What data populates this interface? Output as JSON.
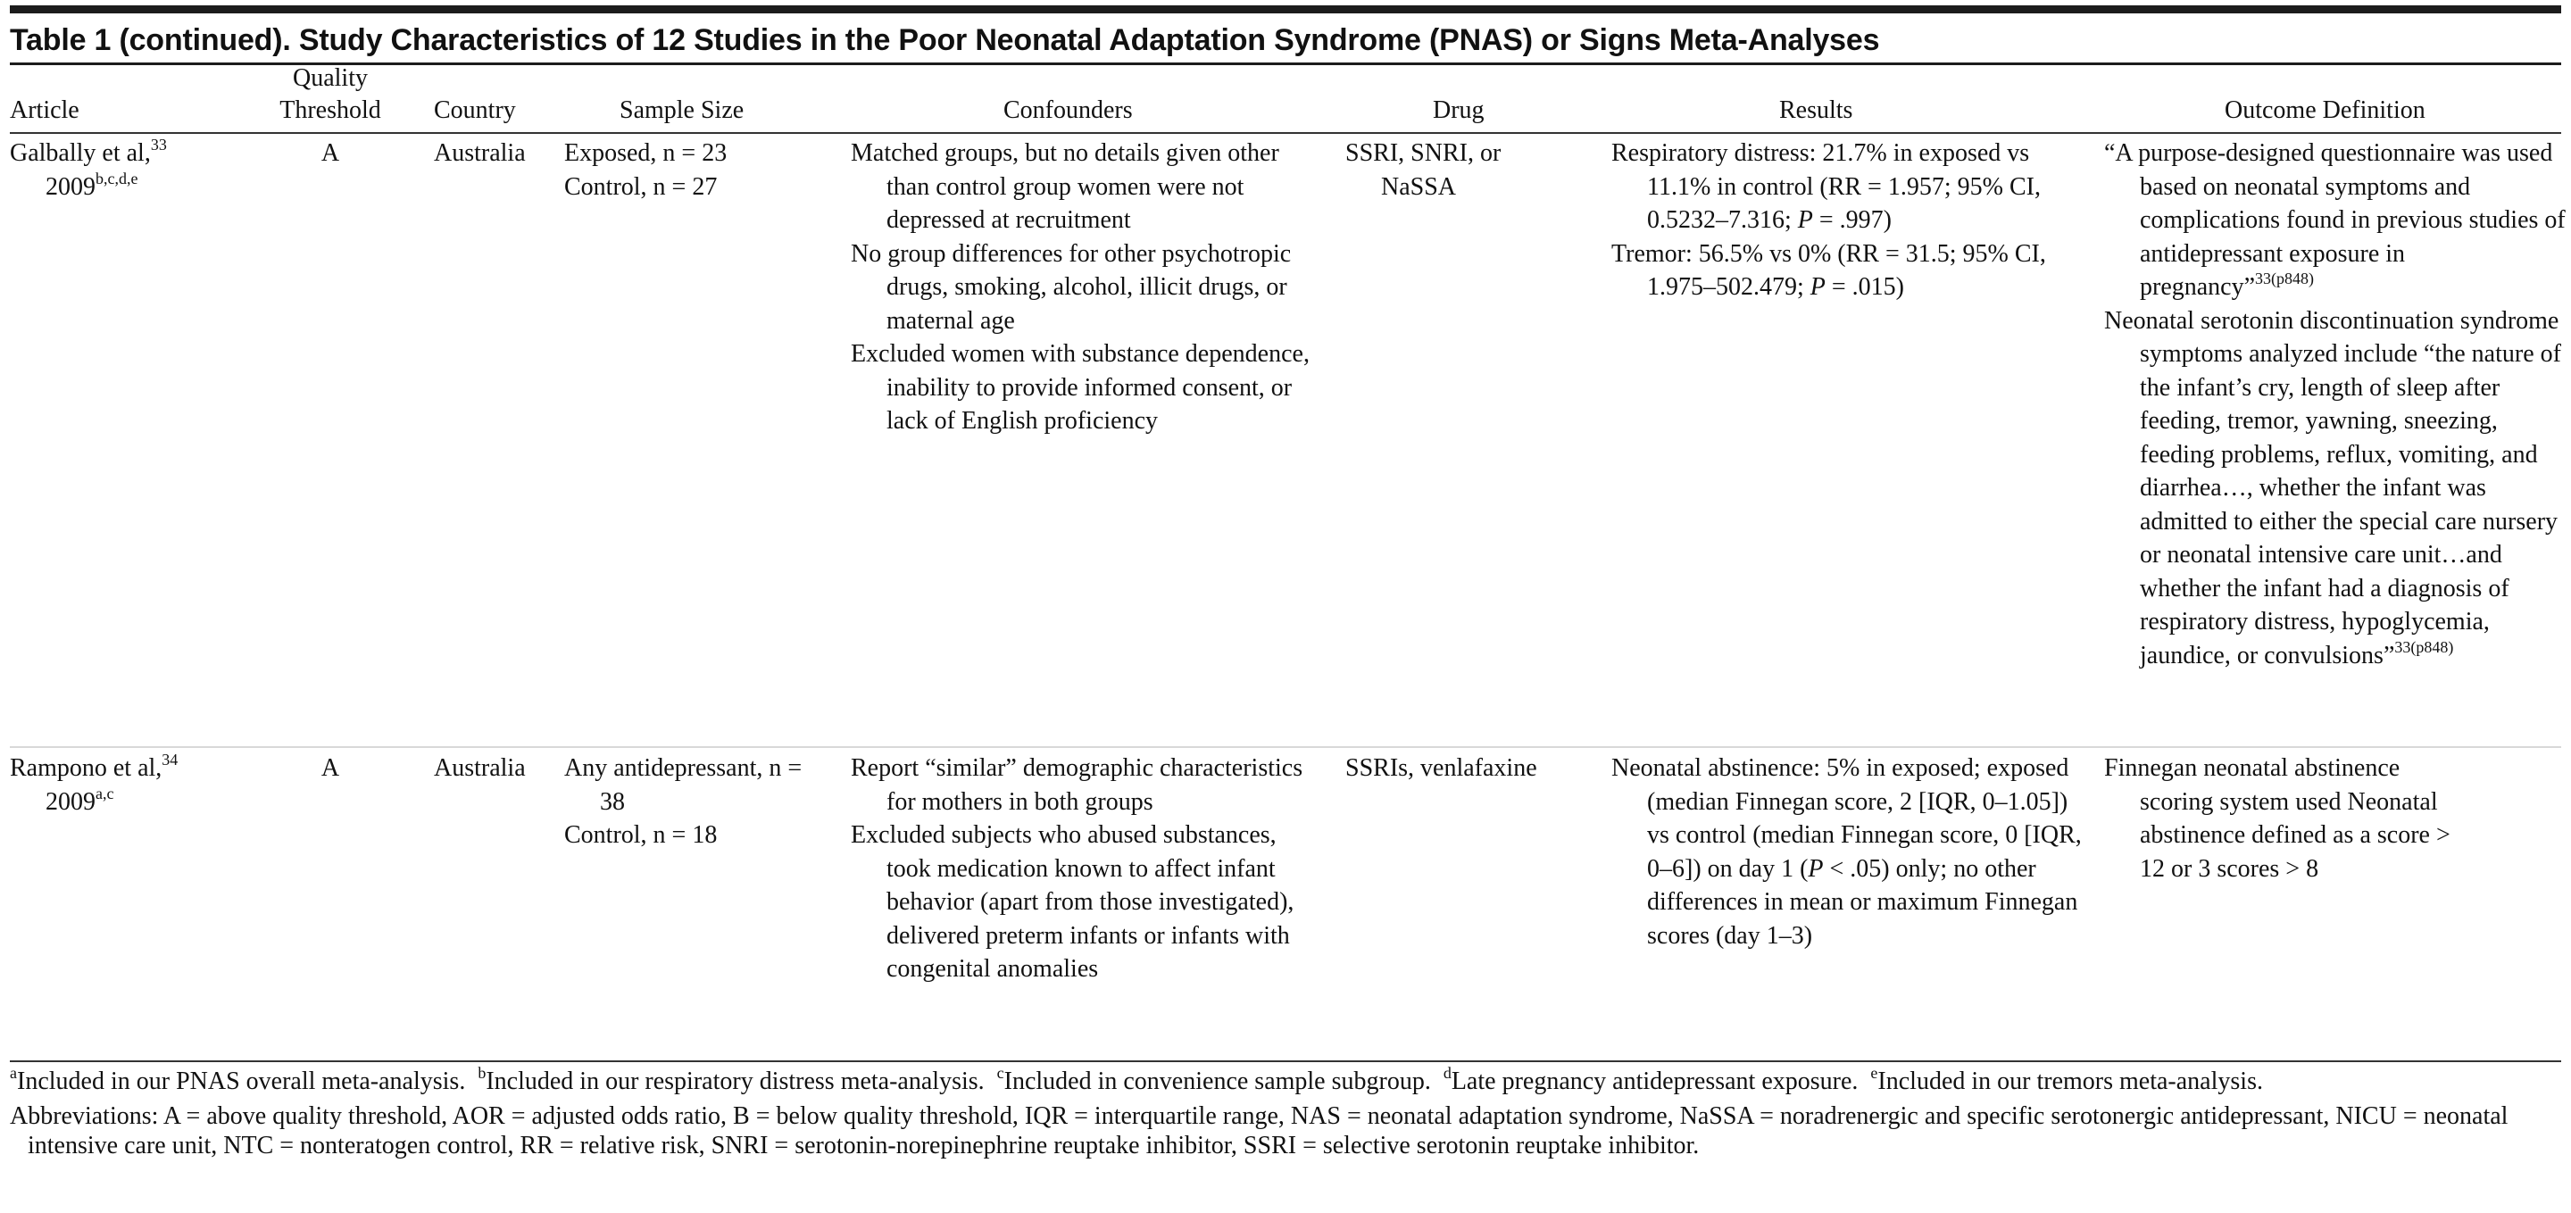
{
  "table": {
    "title": "Table 1 (continued). Study Characteristics of 12 Studies in the Poor Neonatal Adaptation Syndrome (PNAS) or Signs Meta-Analyses",
    "headers": {
      "article": "Article",
      "quality_line1": "Quality",
      "quality_line2": "Threshold",
      "country": "Country",
      "sample_size": "Sample Size",
      "confounders": "Confounders",
      "drug": "Drug",
      "results": "Results",
      "outcome_definition": "Outcome Definition"
    },
    "rows": [
      {
        "article_name": "Galbally et al,",
        "article_ref": "33",
        "article_year": "2009",
        "article_notes": "b,c,d,e",
        "quality": "A",
        "country": "Australia",
        "sample_size": [
          "Exposed, n = 23",
          "Control, n = 27"
        ],
        "confounders": [
          "Matched groups, but no details given other than control group women were not depressed at recruitment",
          "No group differences for other psychotropic drugs, smoking, alcohol, illicit drugs, or maternal age",
          "Excluded women with substance dependence, inability to provide informed consent, or lack of English proficiency"
        ],
        "drug": "SSRI, SNRI, or NaSSA",
        "results": {
          "r1_text": "Respiratory distress: 21.7% in exposed vs 11.1% in control (RR = 1.957; 95% CI, 0.5232–7.316; ",
          "r1_p": "P",
          "r1_tail": " = .997)",
          "r2_text": "Tremor: 56.5% vs 0% (RR = 31.5; 95% CI, 1.975–502.479; ",
          "r2_p": "P",
          "r2_tail": " = .015)"
        },
        "outcome": {
          "o1_text": "“A purpose-designed questionnaire was used based on neonatal symptoms and complications found in previous studies of antidepressant exposure in pregnancy”",
          "o1_sup": "33(p848)",
          "o2_text": "Neonatal serotonin discontinuation syndrome symptoms analyzed include “the nature of the infant’s cry, length of sleep after feeding, tremor, yawning, sneezing, feeding problems, reflux, vomiting, and diarrhea…, whether the infant was admitted to either the special care nursery or neonatal intensive care unit…and whether the infant had a diagnosis of respiratory distress, hypoglycemia, jaundice, or convulsions”",
          "o2_sup": "33(p848)"
        }
      },
      {
        "article_name": "Rampono et al,",
        "article_ref": "34",
        "article_year": "2009",
        "article_notes": "a,c",
        "quality": "A",
        "country": "Australia",
        "sample_size": [
          "Any antidepressant, n = 38",
          "Control, n = 18"
        ],
        "confounders": [
          "Report “similar” demographic characteristics for mothers in both groups",
          "Excluded subjects who abused substances, took medication known to affect infant behavior (apart from those investigated), delivered preterm infants or infants with congenital anomalies"
        ],
        "drug": "SSRIs, venlafaxine",
        "results": {
          "r1_text": "Neonatal abstinence: 5% in exposed; exposed (median Finnegan score, 2 [IQR, 0–1.05]) vs control (median Finnegan score, 0 [IQR, 0–6]) on day 1 (",
          "r1_p": "P",
          "r1_tail": " < .05) only; no other differences in mean or maximum Finnegan scores (day 1–3)"
        },
        "outcome": {
          "o1_text": "Finnegan neonatal abstinence scoring system used Neonatal abstinence defined as a score > 12 or 3 scores > 8"
        }
      }
    ],
    "footnotes": {
      "a_mark": "a",
      "a_text": "Included in our PNAS overall meta-analysis.",
      "b_mark": "b",
      "b_text": "Included in our respiratory distress meta-analysis.",
      "c_mark": "c",
      "c_text": "Included in convenience sample subgroup.",
      "d_mark": "d",
      "d_text": "Late pregnancy antidepressant exposure.",
      "e_mark": "e",
      "e_text": "Included in our tremors meta-analysis.",
      "abbreviations": "Abbreviations: A = above quality threshold, AOR = adjusted odds ratio, B = below quality threshold, IQR = interquartile range, NAS = neonatal adaptation syndrome, NaSSA = noradrenergic and specific serotonergic antidepressant, NICU = neonatal intensive care unit, NTC = nonteratogen control, RR = relative risk, SNRI = serotonin-norepinephrine reuptake inhibitor, SSRI = selective serotonin reuptake inhibitor."
    }
  }
}
